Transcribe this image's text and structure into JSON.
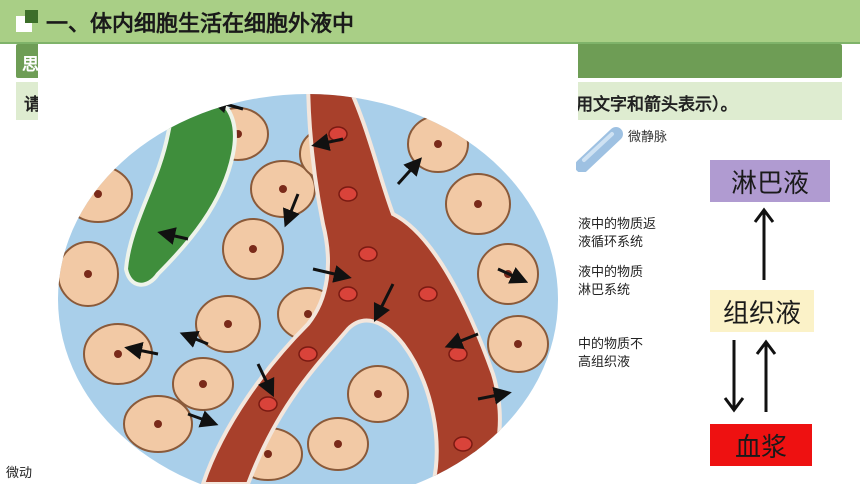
{
  "header": {
    "title": "一、体内细胞生活在细胞外液中",
    "icon": "square-bullet-icon"
  },
  "band_dark": {
    "visible_char": "思"
  },
  "band_light": {
    "left_char": "请",
    "right_text": "用文字和箭头表示）。"
  },
  "figure": {
    "vein_label": "微静脉",
    "side_notes": [
      [
        "液中的物质返",
        "液循环系统"
      ],
      [
        "液中的物质",
        "淋巴系统"
      ],
      [
        "中的物质不",
        "高组织液"
      ]
    ],
    "footer_fragment": "微动"
  },
  "diagram": {
    "lymph": "淋巴液",
    "tissue": "组织液",
    "plasma": "血浆",
    "colors": {
      "lymph": "#b09bd1",
      "tissue": "#fbf2c8",
      "plasma": "#ee1111"
    }
  }
}
